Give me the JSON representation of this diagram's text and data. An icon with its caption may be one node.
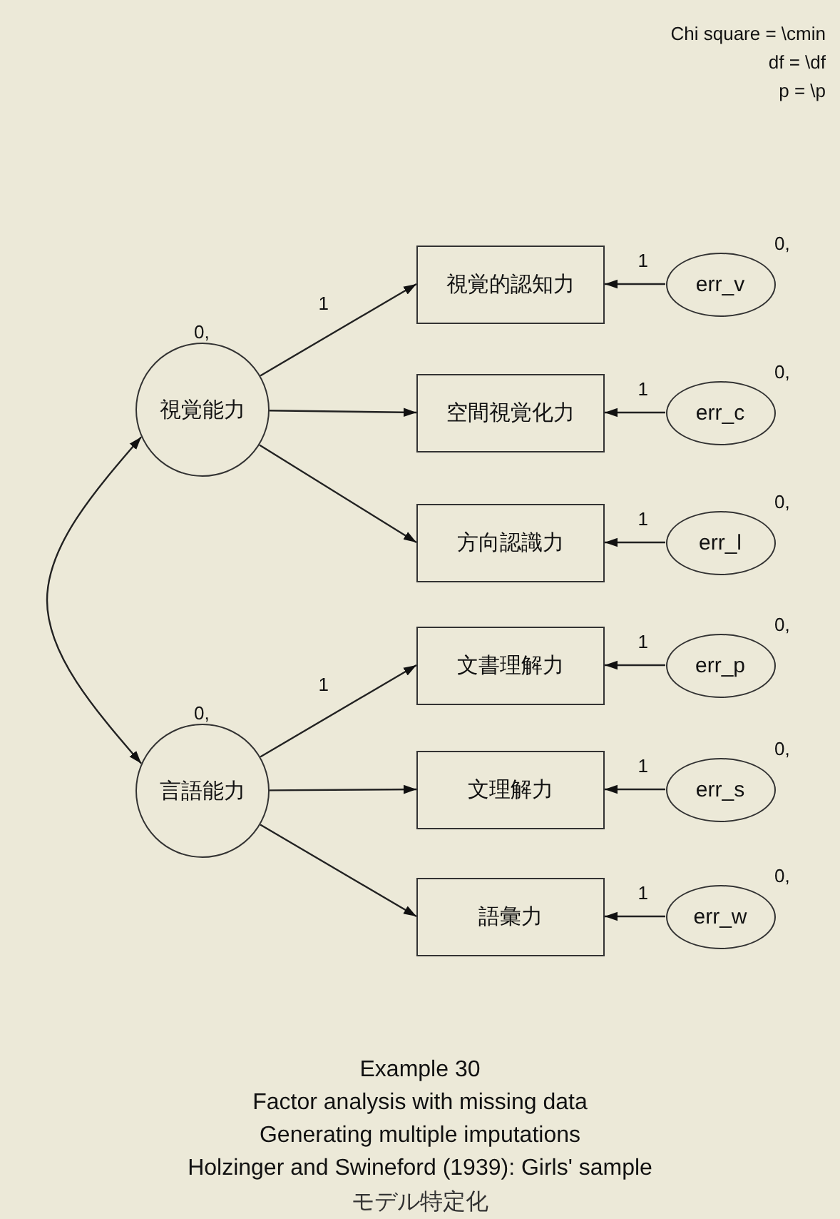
{
  "diagram": {
    "title": "Example 30",
    "nodes": [
      {
        "text": [
          "視覚能力"
        ],
        "beside": [
          "0,"
        ]
      },
      {
        "text": [
          "言語能力"
        ],
        "beside": [
          "0,"
        ]
      },
      {
        "text": [
          "視覚的認知力"
        ]
      },
      {
        "text": [
          "空間視覚化力"
        ]
      },
      {
        "text": [
          "方向認識力"
        ]
      },
      {
        "text": [
          "文書理解力"
        ]
      },
      {
        "text": [
          "文理解力"
        ]
      },
      {
        "text": [
          "語彙力"
        ]
      },
      {
        "text": [
          "err_v"
        ],
        "beside": [
          "0,"
        ]
      },
      {
        "text": [
          "err_c"
        ],
        "beside": [
          "0,"
        ]
      },
      {
        "text": [
          "err_l"
        ],
        "beside": [
          "0,"
        ]
      },
      {
        "text": [
          "err_p"
        ],
        "beside": [
          "0,"
        ]
      },
      {
        "text": [
          "err_s"
        ],
        "beside": [
          "0,"
        ]
      },
      {
        "text": [
          "err_w"
        ],
        "beside": [
          "0,"
        ]
      }
    ],
    "edges": [
      {
        "from": 0,
        "to": 2,
        "arrow": "to",
        "label": "1"
      },
      {
        "from": 0,
        "to": 3,
        "arrow": "to"
      },
      {
        "from": 0,
        "to": 4,
        "arrow": "to"
      },
      {
        "from": 1,
        "to": 5,
        "arrow": "to",
        "label": "1"
      },
      {
        "from": 1,
        "to": 6,
        "arrow": "to"
      },
      {
        "from": 1,
        "to": 7,
        "arrow": "to"
      },
      {
        "from": 8,
        "to": 2,
        "arrow": "to",
        "label": "1"
      },
      {
        "from": 9,
        "to": 3,
        "arrow": "to",
        "label": "1"
      },
      {
        "from": 10,
        "to": 4,
        "arrow": "to",
        "label": "1"
      },
      {
        "from": 11,
        "to": 5,
        "arrow": "to",
        "label": "1"
      },
      {
        "from": 12,
        "to": 6,
        "arrow": "to",
        "label": "1"
      },
      {
        "from": 13,
        "to": 7,
        "arrow": "to",
        "label": "1"
      },
      {
        "from": 0,
        "to": 1,
        "arrow": "both"
      }
    ],
    "labels": [
      "Chi square = \\cmin",
      "df = \\df",
      "p = \\p",
      "Factor analysis with missing data",
      "Generating multiple imputations",
      "Holzinger and Swineford (1939): Girls' sample",
      "モデル特定化"
    ]
  }
}
